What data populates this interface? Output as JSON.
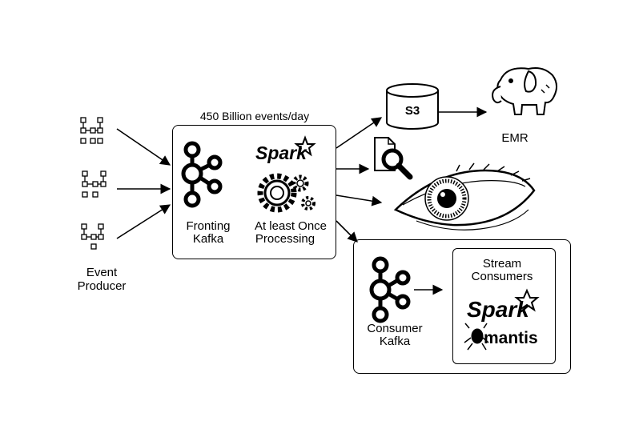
{
  "producer": {
    "label_line1": "Event",
    "label_line2": "Producer"
  },
  "fronting": {
    "header": "450 Billion events/day",
    "kafka_line1": "Fronting",
    "kafka_line2": "Kafka",
    "spark_logo_text": "Spark",
    "processing_line1": "At least Once",
    "processing_line2": "Processing"
  },
  "sinks": {
    "s3_label": "S3",
    "emr_label": "EMR"
  },
  "consumer": {
    "kafka_line1": "Consumer",
    "kafka_line2": "Kafka",
    "stream_line1": "Stream",
    "stream_line2": "Consumers",
    "spark_logo_text": "Spark",
    "mantis_logo_text": "mantis"
  }
}
